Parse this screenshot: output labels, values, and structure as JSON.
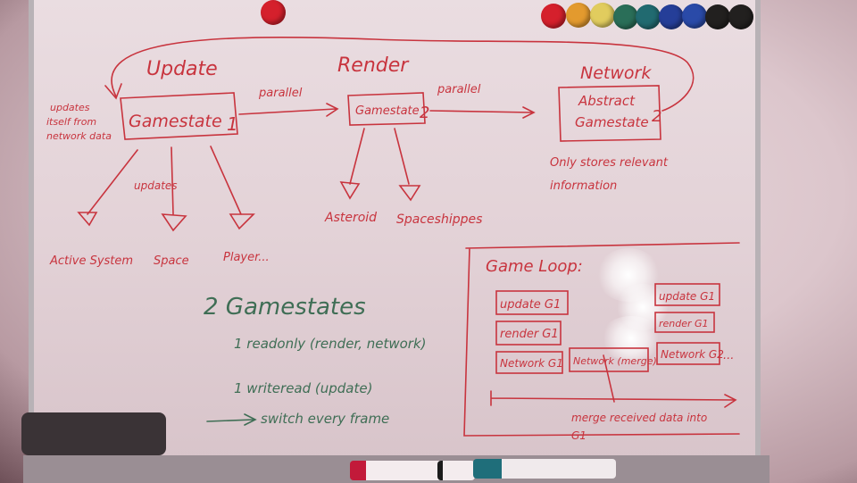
{
  "board": {
    "sections": {
      "update": "Update",
      "render": "Render",
      "network": "Network"
    },
    "boxes": {
      "gamestate1": "Gamestate",
      "gamestate1_num": "1",
      "gamestate2": "Gamestate",
      "gamestate2_num": "2",
      "abstract_line1": "Abstract",
      "abstract_line2": "Gamestate",
      "abstract_num": "2"
    },
    "arrows": {
      "parallel_1": "parallel",
      "parallel_2": "parallel",
      "updates": "updates"
    },
    "notes": {
      "updates_itself_1": "updates",
      "updates_itself_2": "itself from",
      "updates_itself_3": "network data",
      "only_stores_1": "Only stores relevant",
      "only_stores_2": "information"
    },
    "update_children": [
      "Active System",
      "Space",
      "Player..."
    ],
    "render_children": [
      "Asteroid",
      "Spaceshippes"
    ],
    "summary": {
      "title": "2 Gamestates",
      "line1": "1 readonly (render, network)",
      "line2": "1 writeread (update)",
      "line3": "switch every frame"
    },
    "game_loop": {
      "title": "Game Loop:",
      "cells": [
        "update G1",
        "render G1",
        "Network G1",
        "Network (merge)",
        "update G1",
        "render G1",
        "Network G2",
        "..."
      ],
      "merge_note_1": "merge received data into",
      "merge_note_2": "G1"
    }
  }
}
